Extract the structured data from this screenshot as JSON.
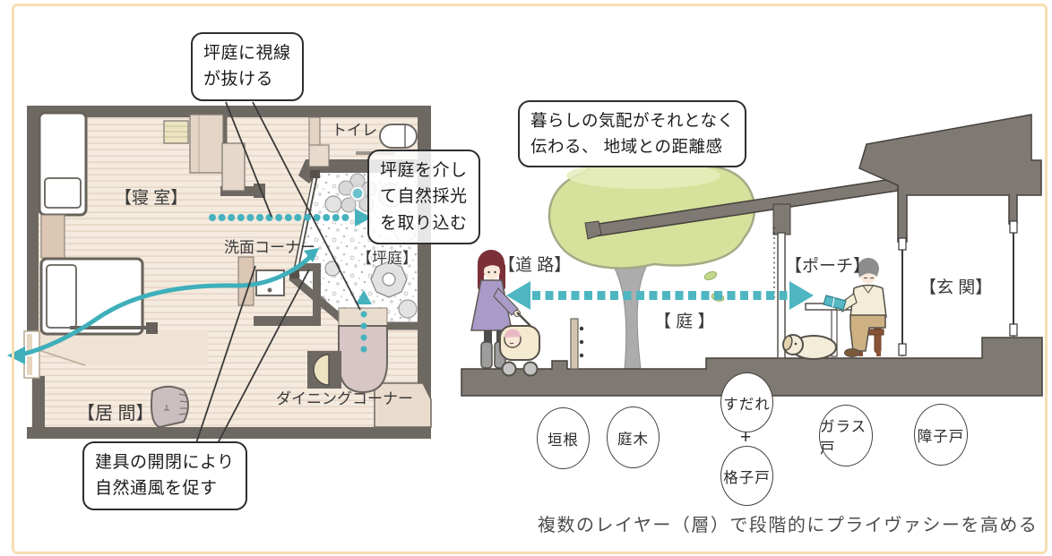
{
  "plan": {
    "callouts": {
      "sightline": "坪庭に視線\nが抜ける",
      "daylight": "坪庭を介し\nて自然採光\nを取り込む",
      "ventilation": "建具の開閉により\n自然通風を促す"
    },
    "labels": {
      "toilet": "トイレ",
      "bedroom": "【寝 室】",
      "washroom": "洗面コーナー",
      "courtyard": "【坪庭】",
      "living": "【居 間】",
      "dining": "ダイニングコーナー"
    }
  },
  "section": {
    "callout_ambience": "暮らしの気配がそれとなく\n伝わる、 地域との距離感",
    "labels": {
      "road": "【道 路】",
      "garden": "【 庭 】",
      "porch": "【ポーチ】",
      "entrance": "【玄 関】"
    },
    "layers": [
      {
        "id": "hedge",
        "label": "垣根"
      },
      {
        "id": "garden-tree",
        "label": "庭木"
      },
      {
        "id": "sudare",
        "label": "すだれ"
      },
      {
        "id": "lattice-door",
        "label": "格子戸"
      },
      {
        "id": "glass-door",
        "label": "ガラス戸"
      },
      {
        "id": "shoji-door",
        "label": "障子戸"
      }
    ],
    "plus_sign": "+"
  },
  "caption": "複数のレイヤー（層）で段階的にプライヴァシーを高める",
  "colors": {
    "teal": "#45b2bd",
    "tree_green": "#d6e19c",
    "structure_gray": "#7e7973",
    "wall_gray": "#6d6862",
    "floor_wood": "#f4eade",
    "frame_cream": "#f6deb2"
  }
}
